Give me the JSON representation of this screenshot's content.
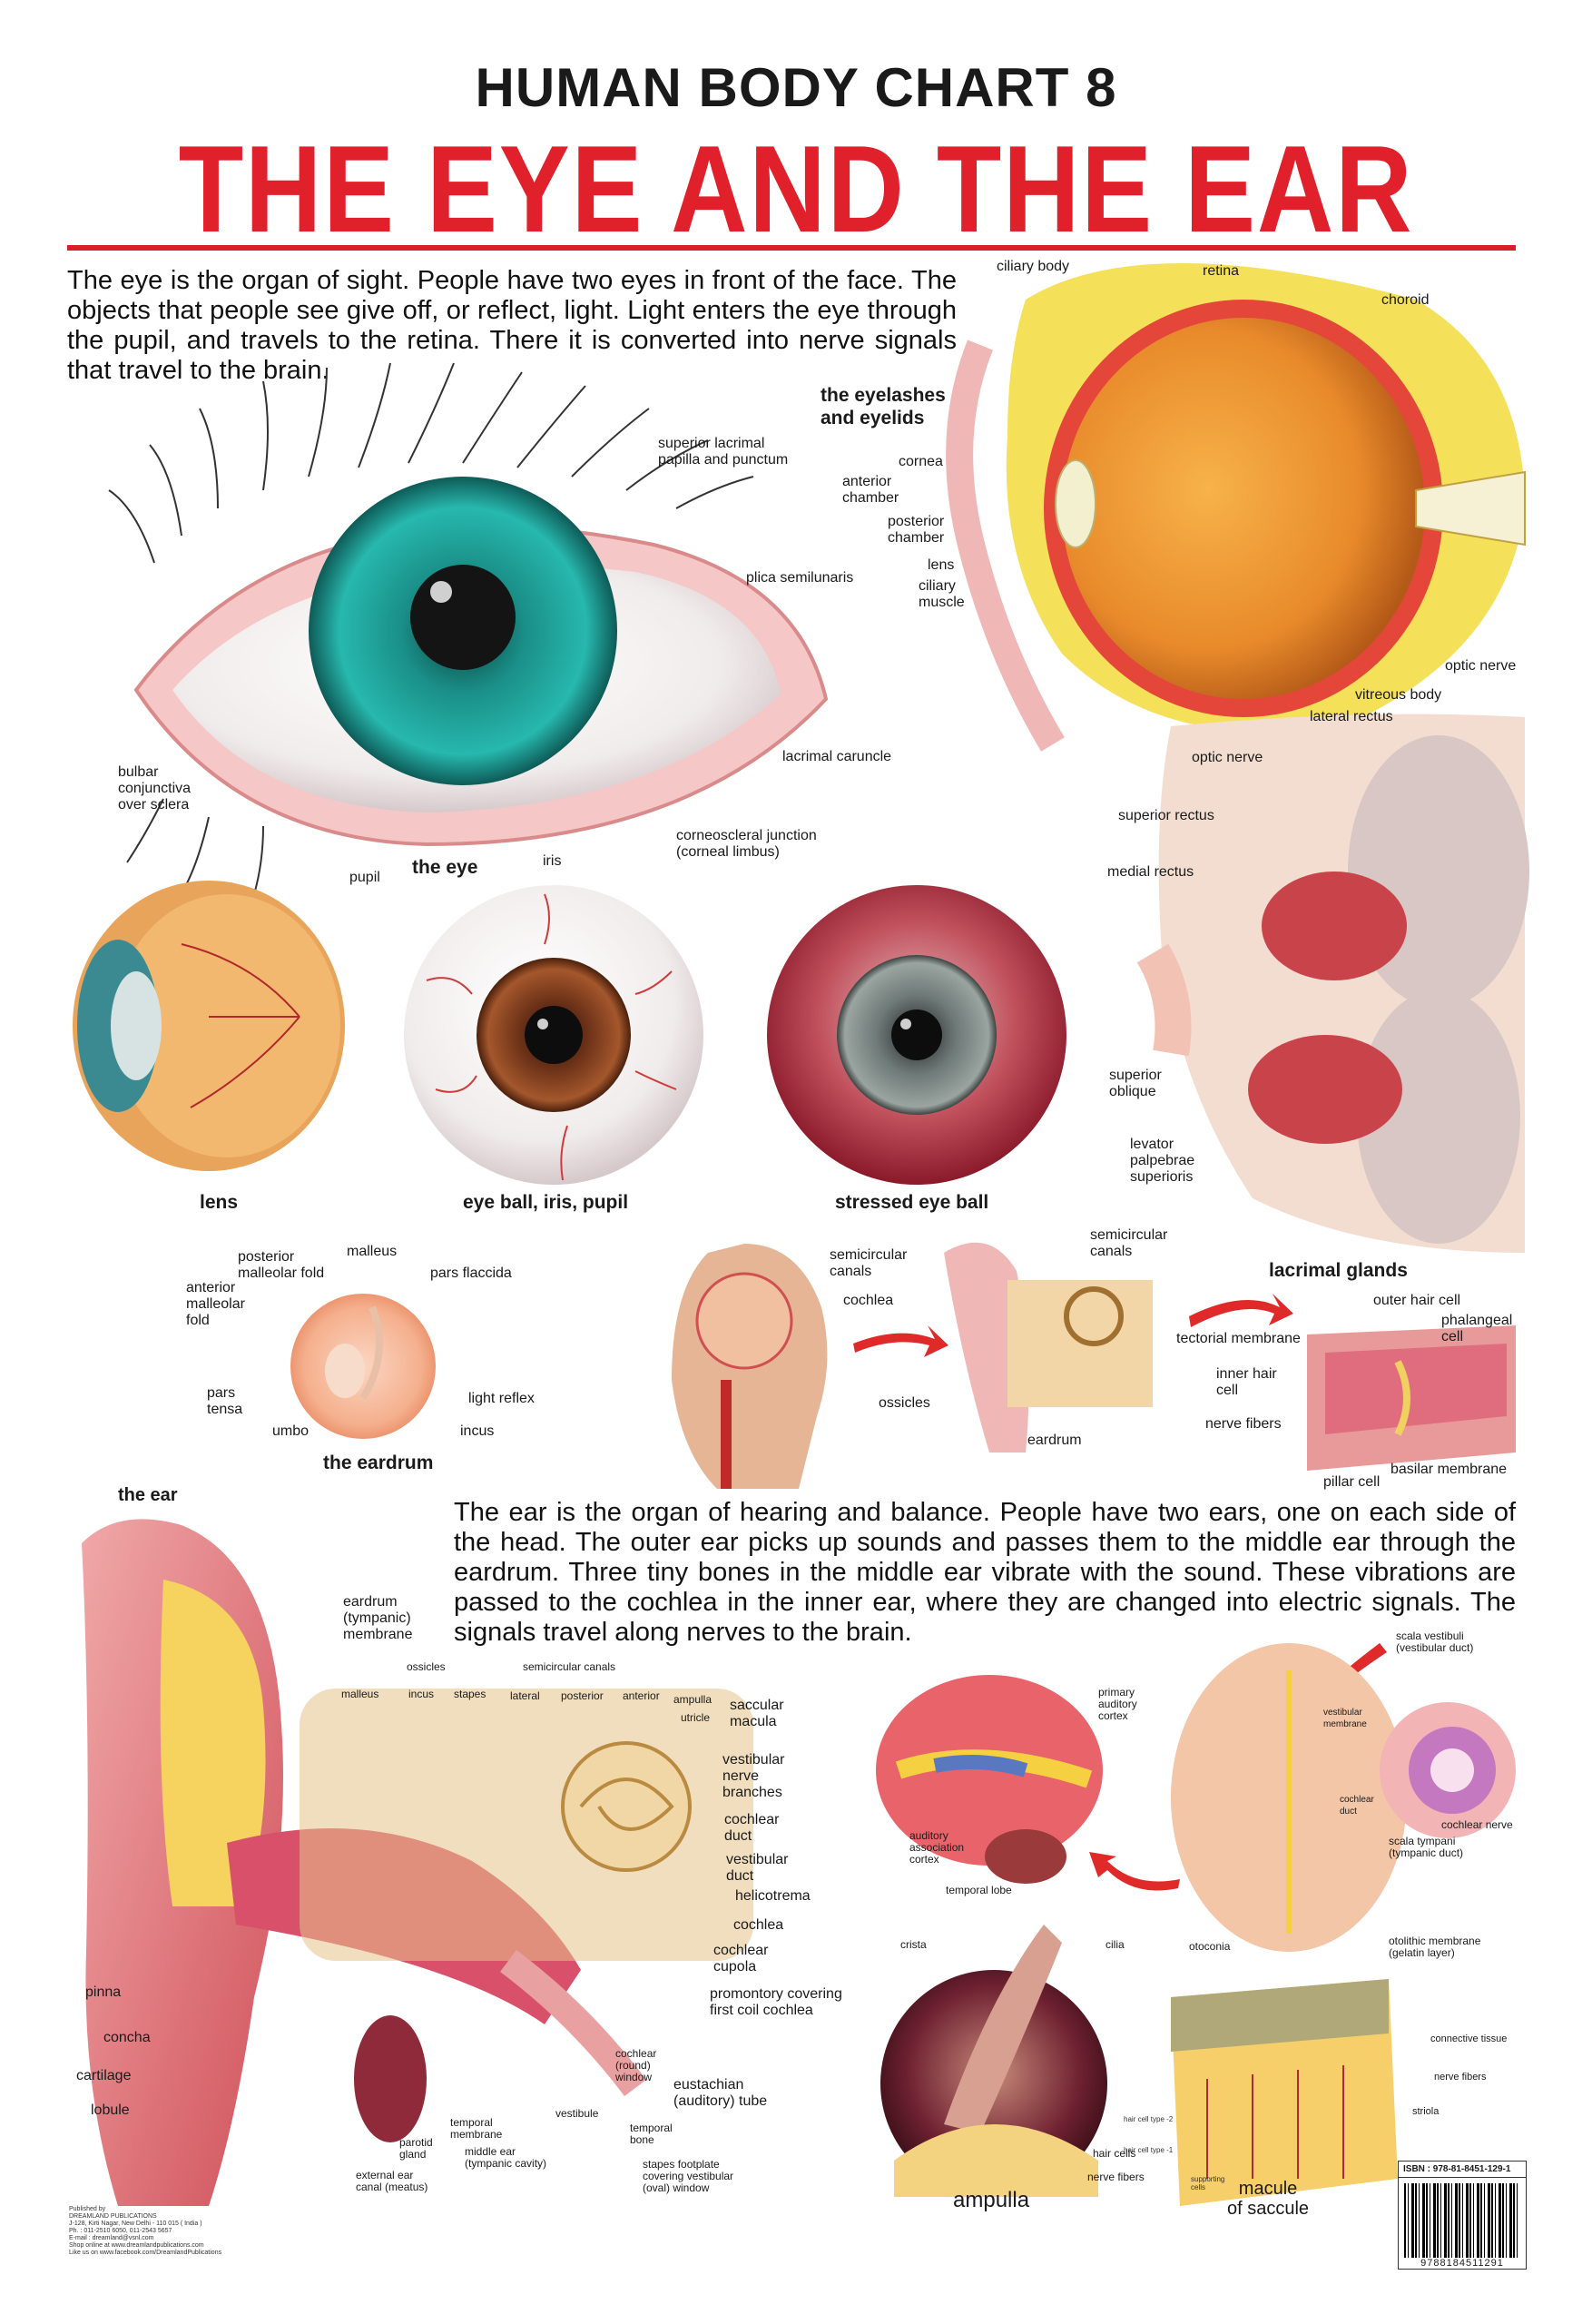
{
  "header": {
    "subtitle": "HUMAN BODY CHART 8",
    "title": "THE EYE AND THE EAR"
  },
  "eye_paragraph": "The eye is the organ of sight. People have two eyes in front of the face. The objects that people see give off, or reflect, light. Light enters the eye through the pupil, and travels to the retina. There it is converted into nerve signals that travel to the brain.",
  "ear_paragraph": "The ear is the organ of hearing and balance. People have two ears, one on each side of the head. The outer ear picks up sounds and passes them to the middle ear through the eardrum. Three tiny bones in the middle ear vibrate with the sound. These vibrations are passed to the cochlea in the inner ear, where they are changed into electric signals. The signals travel along nerves to the brain.",
  "eye_front": {
    "caption": "the eye",
    "labels": {
      "superior_lacrimal": "superior lacrimal\npapilla and punctum",
      "plica": "plica semilunaris",
      "lacrimal_caruncle": "lacrimal caruncle",
      "corneoscleral": "corneoscleral junction\n(corneal limbus)",
      "iris": "iris",
      "pupil": "pupil",
      "bulbar": "bulbar\nconjunctiva\nover sclera"
    }
  },
  "eye_section": {
    "caption": "the eyelashes\nand eyelids",
    "labels": {
      "ciliary_body": "ciliary body",
      "retina": "retina",
      "choroid": "choroid",
      "cornea": "cornea",
      "anterior_chamber": "anterior\nchamber",
      "posterior_chamber": "posterior\nchamber",
      "lens": "lens",
      "ciliary_muscle": "ciliary\nmuscle",
      "optic_nerve": "optic nerve",
      "vitreous_body": "vitreous body"
    }
  },
  "orbit": {
    "caption": "lacrimal glands",
    "labels": {
      "lateral_rectus": "lateral rectus",
      "optic_nerve": "optic nerve",
      "superior_rectus": "superior rectus",
      "medial_rectus": "medial rectus",
      "superior_oblique": "superior\noblique",
      "levator": "levator\npalpebrae\nsuperioris"
    }
  },
  "eyeballs": {
    "lens_caption": "lens",
    "iris_caption": "eye ball, iris, pupil",
    "stressed_caption": "stressed eye ball"
  },
  "eardrum": {
    "caption": "the eardrum",
    "labels": {
      "malleus": "malleus",
      "posterior_fold": "posterior\nmalleolar fold",
      "anterior_fold": "anterior\nmalleolar\nfold",
      "pars_flaccida": "pars flaccida",
      "pars_tensa": "pars\ntensa",
      "umbo": "umbo",
      "light_reflex": "light reflex",
      "incus": "incus"
    }
  },
  "hearing_path": {
    "labels": {
      "semicircular_canals_a": "semicircular\ncanals",
      "cochlea": "cochlea",
      "semicircular_canals_b": "semicircular\ncanals",
      "ossicles": "ossicles",
      "eardrum": "eardrum"
    }
  },
  "organ_corti": {
    "labels": {
      "outer_hair_cell": "outer hair cell",
      "tectorial": "tectorial membrane",
      "phalangeal": "phalangeal\ncell",
      "inner_hair": "inner hair\ncell",
      "nerve_fibers": "nerve fibers",
      "basilar": "basilar membrane",
      "pillar": "pillar cell"
    }
  },
  "ear": {
    "caption": "the ear",
    "labels": {
      "eardrum": "eardrum\n(tympanic)\nmembrane",
      "ossicles": "ossicles",
      "semicircular": "semicircular canals",
      "malleus": "malleus",
      "incus": "incus",
      "stapes": "stapes",
      "lateral": "lateral",
      "posterior": "posterior",
      "anterior": "anterior",
      "ampulla": "ampulla",
      "utricle": "utricle",
      "saccular": "saccular\nmacula",
      "vestibular_nerve": "vestibular\nnerve\nbranches",
      "cochlear_duct": "cochlear\nduct",
      "vestibular_duct": "vestibular\nduct",
      "helicotrema": "helicotrema",
      "cochlea": "cochlea",
      "cochlear_cupola": "cochlear\ncupola",
      "promontory": "promontory covering\nfirst coil cochlea",
      "round_window": "cochlear\n(round)\nwindow",
      "eustachian": "eustachian\n(auditory) tube",
      "vestibule": "vestibule",
      "temporal_bone": "temporal\nbone",
      "stapes_footplate": "stapes footplate\ncovering vestibular\n(oval) window",
      "middle_ear": "middle ear\n(tympanic cavity)",
      "temporal_membrane": "temporal\nmembrane",
      "parotid": "parotid\ngland",
      "external_ear": "external ear\ncanal (meatus)",
      "pinna": "pinna",
      "concha": "concha",
      "cartilage": "cartilage",
      "lobule": "lobule"
    }
  },
  "brain": {
    "labels": {
      "primary_auditory": "primary\nauditory\ncortex",
      "auditory_assoc": "auditory\nassociation\ncortex",
      "temporal_lobe": "temporal lobe",
      "scala_vestibuli": "scala vestibuli\n(vestibular duct)",
      "vestibular_membrane": "vestibular\nmembrane",
      "cochlear_duct": "cochlear\nduct",
      "cochlear_nerve": "cochlear nerve",
      "scala_tympani": "scala tympani\n(tympanic duct)"
    }
  },
  "ampulla": {
    "caption": "ampulla",
    "labels": {
      "crista": "crista",
      "cilia": "cilia",
      "hair_cells": "hair cells",
      "nerve_fibers": "nerve fibers"
    }
  },
  "saccule": {
    "caption": "macule\nof saccule",
    "labels": {
      "otoconia": "otoconia",
      "otolithic": "otolithic membrane\n(gelatin layer)",
      "connective": "connective tissue",
      "nerve_fibers": "nerve fibers",
      "striola": "striola",
      "hair_type2": "hair cell type -2",
      "hair_type1": "hair cell type -1",
      "supporting": "supporting\ncells"
    }
  },
  "publisher": {
    "lines": "Published by\nDREAMLAND PUBLICATIONS\nJ-128, Kirti Nagar, New Delhi - 110 015 ( India )\nPh. : 011-2510 6050, 011-2543 5657\nE-mail : dreamland@vsnl.com\nShop online at www.dreamlandpublications.com\nLike us on www.facebook.com/DreamlandPublications"
  },
  "isbn": {
    "label": "ISBN : 978-81-8451-129-1",
    "number": "9788184511291"
  },
  "colors": {
    "title_red": "#e0202a",
    "rule_red": "#d81f26",
    "iris_teal": "#1ea5a0",
    "iris_brown": "#7a3a1e",
    "stressed_red": "#b0283a"
  }
}
